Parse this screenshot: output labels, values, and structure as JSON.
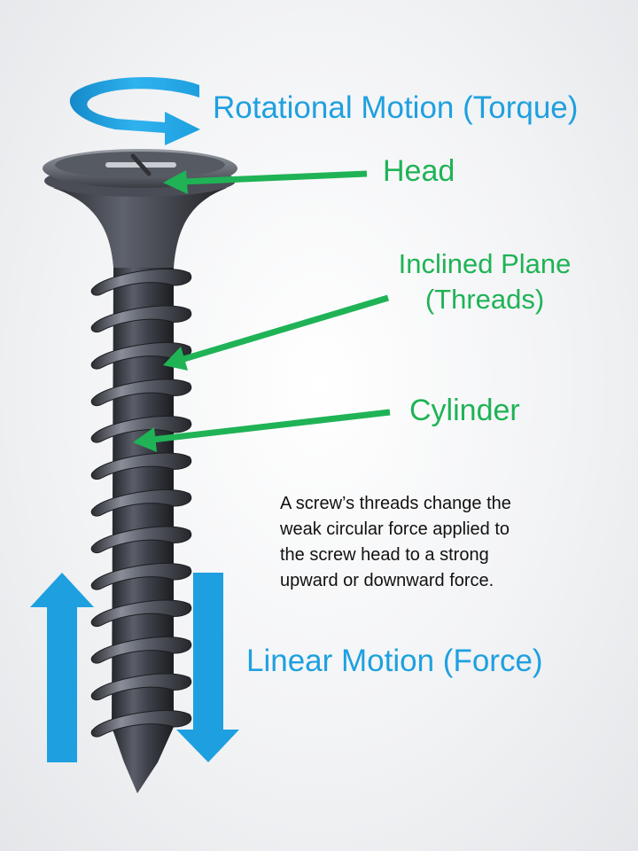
{
  "labels": {
    "rotational": "Rotational Motion (Torque)",
    "head": "Head",
    "inclined_line1": "Inclined Plane",
    "inclined_line2": "(Threads)",
    "cylinder": "Cylinder",
    "linear": "Linear Motion (Force)"
  },
  "description": {
    "line1": "A screw’s threads change the",
    "line2": "weak circular force applied to",
    "line3": "the screw head to a strong",
    "line4": "upward or downward force."
  },
  "colors": {
    "motion_blue": "#1ea0e0",
    "pointer_green": "#1fb356",
    "screw_dark": "#3a3d45"
  }
}
